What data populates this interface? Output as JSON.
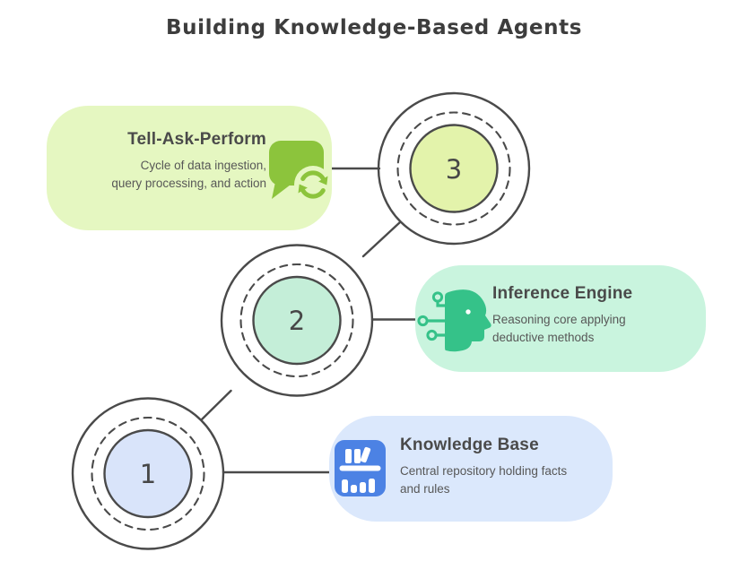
{
  "diagram_title": "Building Knowledge-Based Agents",
  "steps": [
    {
      "number": "1",
      "title": "Knowledge Base",
      "description": "Central repository holding facts and rules",
      "icon": "bookshelf-icon",
      "card_color": "#dbe8fc",
      "circle_color": "#d9e4fa",
      "icon_color": "#4c82e4"
    },
    {
      "number": "2",
      "title": "Inference Engine",
      "description": "Reasoning core applying deductive methods",
      "icon": "ai-head-circuit-icon",
      "card_color": "#c9f4de",
      "circle_color": "#c4eed8",
      "icon_color": "#35c289"
    },
    {
      "number": "3",
      "title": "Tell-Ask-Perform",
      "description": "Cycle of data ingestion, query processing, and action",
      "icon": "chat-refresh-icon",
      "card_color": "#e5f7c1",
      "circle_color": "#e3f3ab",
      "icon_color": "#8cc43c"
    }
  ],
  "style": {
    "stroke_color": "#4a4a4a",
    "title_color": "#3d3d3d",
    "body_text_color": "#575757",
    "background": "#ffffff"
  }
}
